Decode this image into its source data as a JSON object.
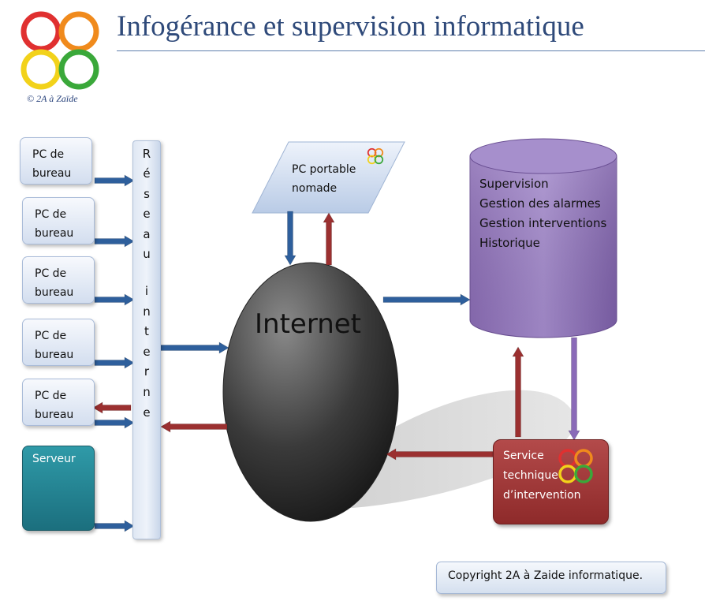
{
  "header": {
    "title": "Infogérance et supervision informatique",
    "logo_caption": "© 2A à Zaïde"
  },
  "nodes": {
    "desktops": [
      {
        "line1": "PC de",
        "line2": "bureau"
      },
      {
        "line1": "PC de",
        "line2": "bureau"
      },
      {
        "line1": "PC de",
        "line2": "bureau"
      },
      {
        "line1": "PC de",
        "line2": "bureau"
      },
      {
        "line1": "PC de",
        "line2": "bureau"
      }
    ],
    "server": "Serveur",
    "network_letters": [
      "R",
      "é",
      "s",
      "e",
      "a",
      "u",
      "i",
      "n",
      "t",
      "e",
      "r",
      "n",
      "e"
    ],
    "laptop": {
      "line1": "PC portable",
      "line2": "nomade"
    },
    "internet": "Internet",
    "supervision": [
      "Supervision",
      "Gestion des alarmes",
      "Gestion interventions",
      "Historique"
    ],
    "service": [
      "Service",
      "technique",
      "d’intervention"
    ]
  },
  "footer": {
    "copyright": "Copyright 2A à Zaide informatique."
  },
  "colors": {
    "title": "#2f4a7a",
    "arrow_blue": "#2e5f9c",
    "arrow_red": "#9b3030",
    "arrow_purple": "#8a6ab8",
    "database": "#8f72b8",
    "service_box": "#9e3535",
    "server_box": "#237f8e",
    "logo_rings": [
      "#e03030",
      "#f08a1c",
      "#f2d21a",
      "#3aa83a"
    ]
  },
  "icons": {
    "logo": "four-rings-logo",
    "small_logo": "four-rings-mini-icon"
  }
}
